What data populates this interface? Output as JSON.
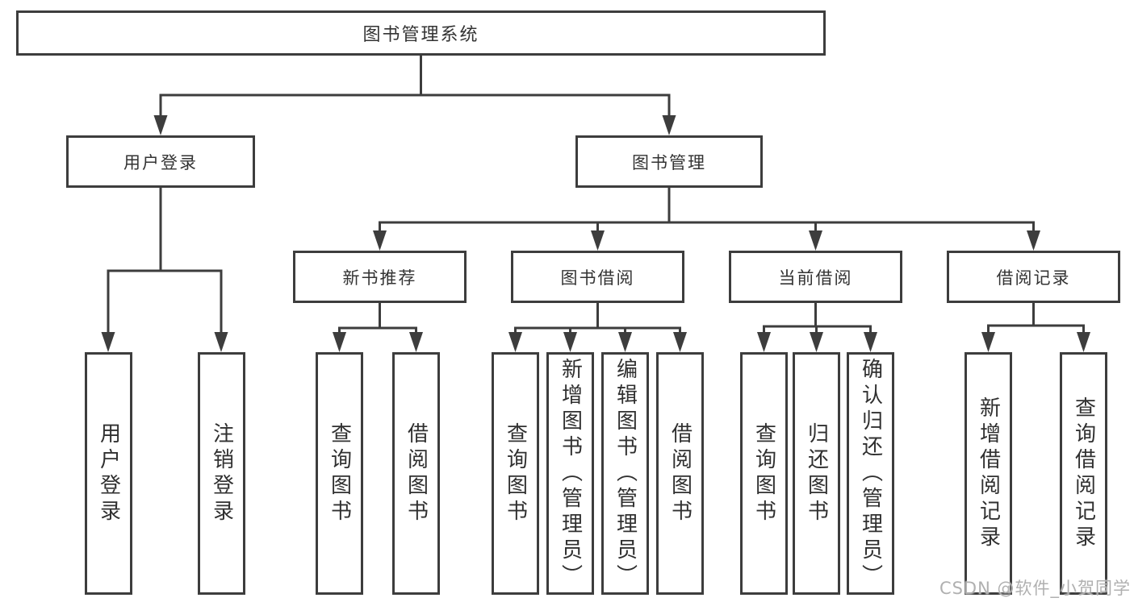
{
  "diagram": {
    "root": {
      "label": "图书管理系统"
    },
    "level2": [
      {
        "id": "user-login",
        "label": "用户登录"
      },
      {
        "id": "book-management",
        "label": "图书管理"
      }
    ],
    "level3": [
      {
        "id": "new-book-recommend",
        "label": "新书推荐"
      },
      {
        "id": "book-borrow",
        "label": "图书借阅"
      },
      {
        "id": "current-borrow",
        "label": "当前借阅"
      },
      {
        "id": "borrow-records",
        "label": "借阅记录"
      }
    ],
    "leaves": [
      {
        "group": "user-login",
        "label": "用户登录"
      },
      {
        "group": "user-login",
        "label": "注销登录"
      },
      {
        "group": "new-book-recommend",
        "label": "查询图书"
      },
      {
        "group": "new-book-recommend",
        "label": "借阅图书"
      },
      {
        "group": "book-borrow",
        "label": "查询图书"
      },
      {
        "group": "book-borrow",
        "label": "新增图书（管理员）"
      },
      {
        "group": "book-borrow",
        "label": "编辑图书（管理员）"
      },
      {
        "group": "book-borrow",
        "label": "借阅图书"
      },
      {
        "group": "current-borrow",
        "label": "查询图书"
      },
      {
        "group": "current-borrow",
        "label": "归还图书"
      },
      {
        "group": "current-borrow",
        "label": "确认归还（管理员）"
      },
      {
        "group": "borrow-records",
        "label": "新增借阅记录"
      },
      {
        "group": "borrow-records",
        "label": "查询借阅记录"
      }
    ]
  },
  "watermark": {
    "text": "CSDN @软件_小贺同学"
  },
  "colors": {
    "line": "#3d3d3d",
    "text": "#333333",
    "watermark": "#b0b0b0",
    "background": "#ffffff"
  }
}
